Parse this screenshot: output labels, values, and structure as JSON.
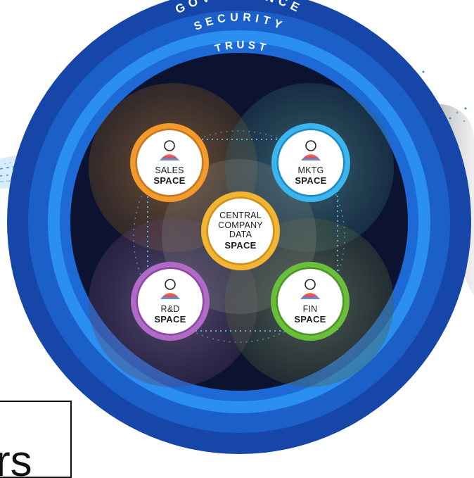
{
  "rings": {
    "outer": "GOVERNANCE",
    "middle": "SECURITY",
    "inner": "TRUST"
  },
  "spaces": {
    "sales": {
      "line1": "SALES",
      "line2": "SPACE",
      "ring_color": "#f39a2a"
    },
    "mktg": {
      "line1": "MKTG",
      "line2": "SPACE",
      "ring_color": "#39b6ee"
    },
    "rnd": {
      "line1": "R&D",
      "line2": "SPACE",
      "ring_color": "#b26ac9"
    },
    "fin": {
      "line1": "FIN",
      "line2": "SPACE",
      "ring_color": "#6abf3a"
    },
    "central": {
      "line1": "CENTRAL",
      "line2": "COMPANY",
      "line3": "DATA",
      "line4": "SPACE",
      "ring_color": "#f2b432"
    }
  },
  "corner_caption": "rs",
  "colors": {
    "ring_outer": "#1646a8",
    "ring_mid": "#1b6fd8",
    "ring_inner": "#2a8ff0",
    "core": "#0b1330"
  }
}
